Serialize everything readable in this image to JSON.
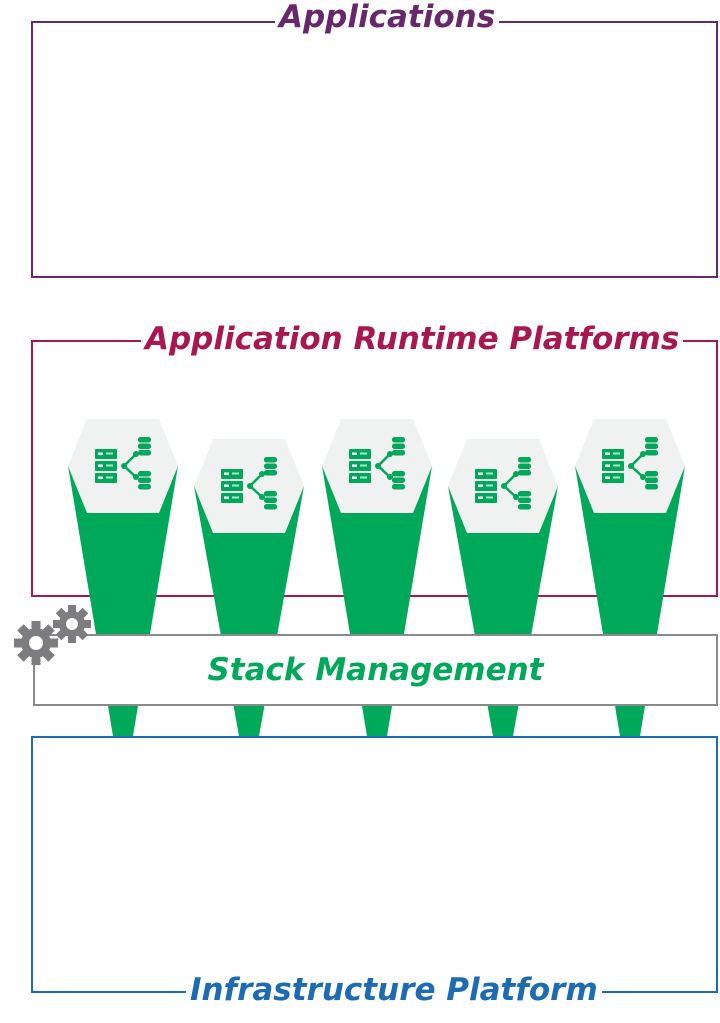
{
  "layers": {
    "applications": {
      "title": "Applications",
      "color": "#68266b"
    },
    "runtime": {
      "title": "Application Runtime Platforms",
      "color": "#a8174f"
    },
    "stack": {
      "title": "Stack Management",
      "color": "#00a859",
      "border_color": "#8a8a8a"
    },
    "infrastructure": {
      "title": "Infrastructure Platform",
      "color": "#1d6bb2"
    }
  },
  "runtimes": [
    {
      "icon": "server-database-cluster-icon"
    },
    {
      "icon": "server-database-cluster-icon"
    },
    {
      "icon": "server-database-cluster-icon"
    },
    {
      "icon": "server-database-cluster-icon"
    },
    {
      "icon": "server-database-cluster-icon"
    }
  ],
  "colors": {
    "pillar": "#00a859",
    "hexagon": "#f0f1f1",
    "gear": "#7d7d80"
  }
}
